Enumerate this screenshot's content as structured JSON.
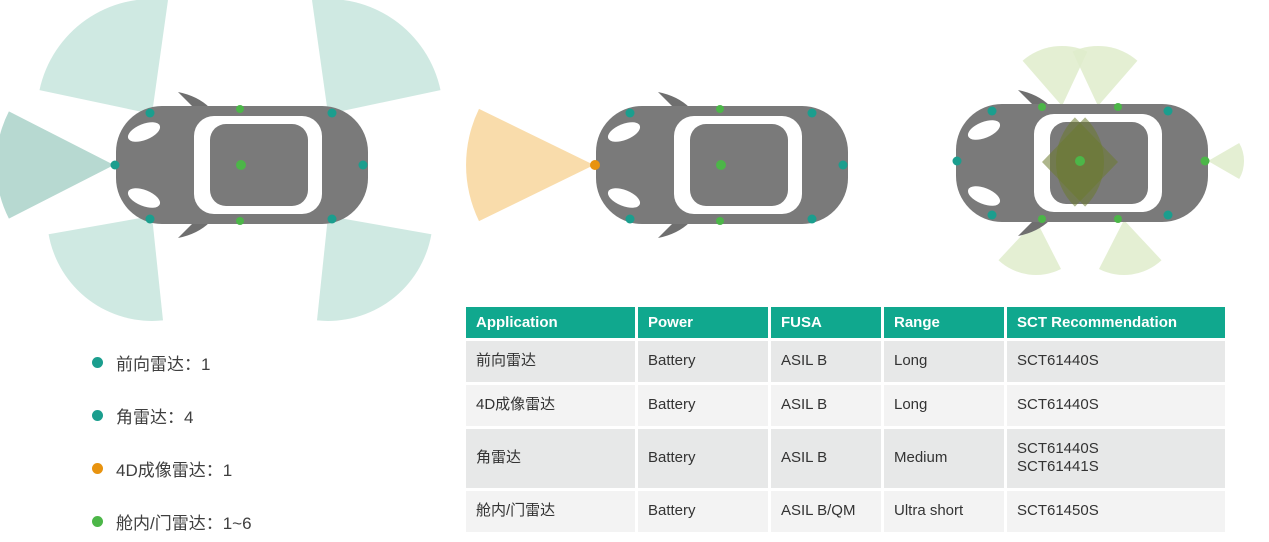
{
  "legend": {
    "items": [
      {
        "label": "前向雷达：1",
        "color": "#1b9e8e"
      },
      {
        "label": "角雷达：4",
        "color": "#1b9e8e"
      },
      {
        "label": "4D成像雷达：1",
        "color": "#e8930f"
      },
      {
        "label": "舱内/门雷达：1~6",
        "color": "#4cb648"
      }
    ]
  },
  "table": {
    "headers": [
      "Application",
      "Power",
      "FUSA",
      "Range",
      "SCT Recommendation"
    ],
    "rows": [
      [
        "前向雷达",
        "Battery",
        "ASIL B",
        "Long",
        "SCT61440S"
      ],
      [
        "4D成像雷达",
        "Battery",
        "ASIL B",
        "Long",
        "SCT61440S"
      ],
      [
        "角雷达",
        "Battery",
        "ASIL B",
        "Medium",
        "SCT61440S\nSCT61441S"
      ],
      [
        "舱内/门雷达",
        "Battery",
        "ASIL B/QM",
        "Ultra short",
        "SCT61450S"
      ]
    ]
  },
  "colors": {
    "teal": "#1b9e8e",
    "green": "#4cb648",
    "orange": "#e8930f",
    "car_gray": "#7a7a7a",
    "mirror_gray": "#6f6f6f",
    "fan_mint": "#cfe9e2",
    "fan_teal": "#b7d9d1",
    "fan_orange": "#f9dcab",
    "fan_lightgreen": "#dfeccb",
    "fan_olive": "#6b7a2e",
    "table_header_bg": "#10a88e",
    "row_bg_a": "#e7e8e8",
    "row_bg_b": "#f3f3f3"
  }
}
